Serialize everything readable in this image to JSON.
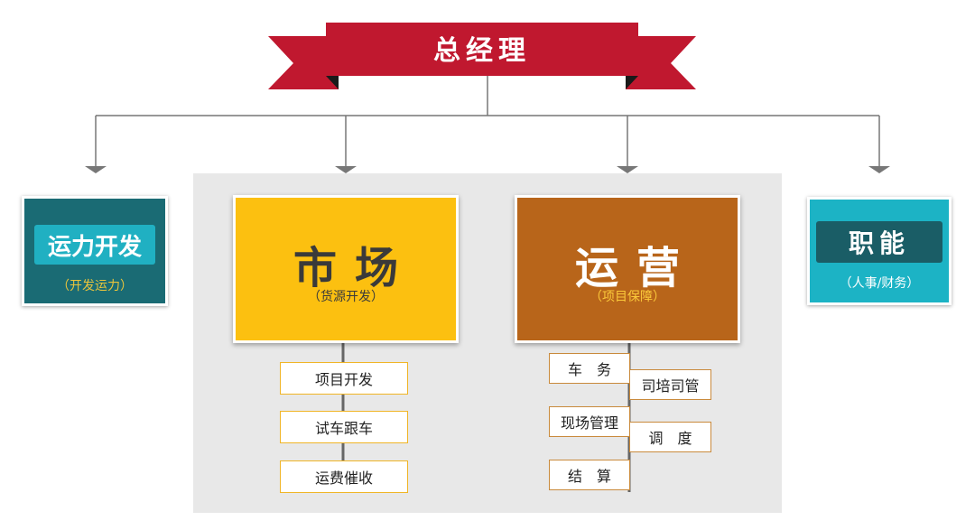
{
  "top": {
    "title": "总经理"
  },
  "left_unit": {
    "label": "运力开发",
    "sub": "（开发运力）"
  },
  "market": {
    "title": "市场",
    "sub": "（货源开发）",
    "items": [
      "项目开发",
      "试车跟车",
      "运费催收"
    ]
  },
  "operations": {
    "title": "运营",
    "sub": "（项目保障）",
    "items": [
      "车　务",
      "司培司管",
      "现场管理",
      "调　度",
      "结　算"
    ]
  },
  "right_unit": {
    "label": "职能",
    "sub": "（人事/财务）"
  },
  "colors": {
    "banner_red": "#c0182f",
    "banner_dark": "#8f0f1e",
    "teal_dark": "#1a6b74",
    "teal_light": "#1cb3c5",
    "market_yellow": "#fcc010",
    "ops_brown": "#b8651a",
    "panel_gray": "#e8e8e8"
  }
}
